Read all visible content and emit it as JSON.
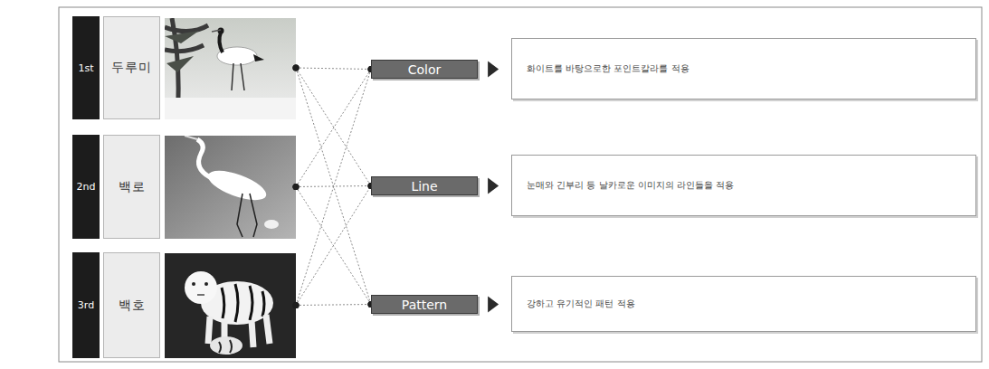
{
  "diagram": {
    "nodes": [
      {
        "text": [
          "1st",
          "두루미"
        ]
      },
      {
        "text": [
          "2nd",
          "백로"
        ]
      },
      {
        "text": [
          "3rd",
          "백호"
        ]
      },
      {
        "text": [
          "Color"
        ]
      },
      {
        "text": [
          "Line"
        ]
      },
      {
        "text": [
          "Pattern"
        ]
      },
      {
        "text": [
          "화이트를 바탕으로한 포인트칼라를 적용"
        ]
      },
      {
        "text": [
          "눈매와 긴부리 등 날카로운 이미지의 라인들을 적용"
        ]
      },
      {
        "text": [
          "강하고 유기적인 패턴 적용"
        ]
      }
    ],
    "edges": [
      {
        "from": 0,
        "to": 3,
        "arrow": "none"
      },
      {
        "from": 0,
        "to": 4,
        "arrow": "none"
      },
      {
        "from": 0,
        "to": 5,
        "arrow": "none"
      },
      {
        "from": 1,
        "to": 3,
        "arrow": "none"
      },
      {
        "from": 1,
        "to": 4,
        "arrow": "none"
      },
      {
        "from": 1,
        "to": 5,
        "arrow": "none"
      },
      {
        "from": 2,
        "to": 3,
        "arrow": "none"
      },
      {
        "from": 2,
        "to": 4,
        "arrow": "none"
      },
      {
        "from": 2,
        "to": 5,
        "arrow": "none"
      },
      {
        "from": 3,
        "to": 6,
        "arrow": "to"
      },
      {
        "from": 4,
        "to": 7,
        "arrow": "to"
      },
      {
        "from": 5,
        "to": 8,
        "arrow": "to"
      }
    ]
  }
}
